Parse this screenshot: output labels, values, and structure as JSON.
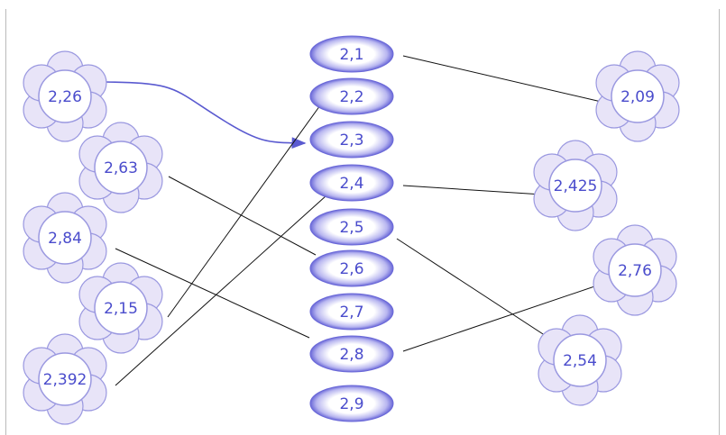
{
  "left_flowers": [
    "2,26",
    "2,63",
    "2,84",
    "2,15",
    "2,392"
  ],
  "center_ovals": [
    "2,1",
    "2,2",
    "2,3",
    "2,4",
    "2,5",
    "2,6",
    "2,7",
    "2,8",
    "2,9"
  ],
  "right_flowers": [
    "2,09",
    "2,425",
    "2,76",
    "2,54"
  ],
  "connections": [
    {
      "from": "2,26",
      "to": "2,3",
      "style": "arrow-example"
    },
    {
      "from": "2,63",
      "to": "2,6"
    },
    {
      "from": "2,84",
      "to": "2,8"
    },
    {
      "from": "2,15",
      "to": "2,2"
    },
    {
      "from": "2,392",
      "to": "2,4"
    },
    {
      "from": "2,1",
      "to": "2,09"
    },
    {
      "from": "2,4",
      "to": "2,425"
    },
    {
      "from": "2,5",
      "to": "2,54"
    },
    {
      "from": "2,8",
      "to": "2,76"
    }
  ],
  "colors": {
    "text": "#4a4ccc",
    "petal": "#e8e4f8",
    "petal_stroke": "#9a98e0",
    "oval_edge": "#6a68d8",
    "line": "#111111",
    "arrow": "#5a5ad0"
  }
}
